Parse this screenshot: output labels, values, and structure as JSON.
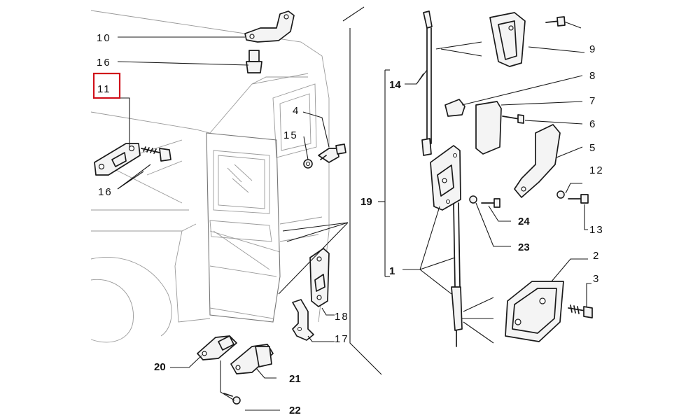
{
  "callouts": [
    {
      "id": "10",
      "text": "10"
    },
    {
      "id": "16a",
      "text": "16"
    },
    {
      "id": "11",
      "text": "11"
    },
    {
      "id": "16b",
      "text": "16"
    },
    {
      "id": "4",
      "text": "4"
    },
    {
      "id": "15",
      "text": "15"
    },
    {
      "id": "19",
      "text": "19"
    },
    {
      "id": "14",
      "text": "14"
    },
    {
      "id": "1",
      "text": "1"
    },
    {
      "id": "9",
      "text": "9"
    },
    {
      "id": "8",
      "text": "8"
    },
    {
      "id": "7",
      "text": "7"
    },
    {
      "id": "6",
      "text": "6"
    },
    {
      "id": "5",
      "text": "5"
    },
    {
      "id": "12",
      "text": "12"
    },
    {
      "id": "13",
      "text": "13"
    },
    {
      "id": "24",
      "text": "24"
    },
    {
      "id": "23",
      "text": "23"
    },
    {
      "id": "2",
      "text": "2"
    },
    {
      "id": "3",
      "text": "3"
    },
    {
      "id": "18",
      "text": "18"
    },
    {
      "id": "17",
      "text": "17"
    },
    {
      "id": "20",
      "text": "20"
    },
    {
      "id": "21",
      "text": "21"
    },
    {
      "id": "22",
      "text": "22"
    }
  ],
  "highlight": {
    "callout": "11",
    "color": "#d0101a"
  }
}
